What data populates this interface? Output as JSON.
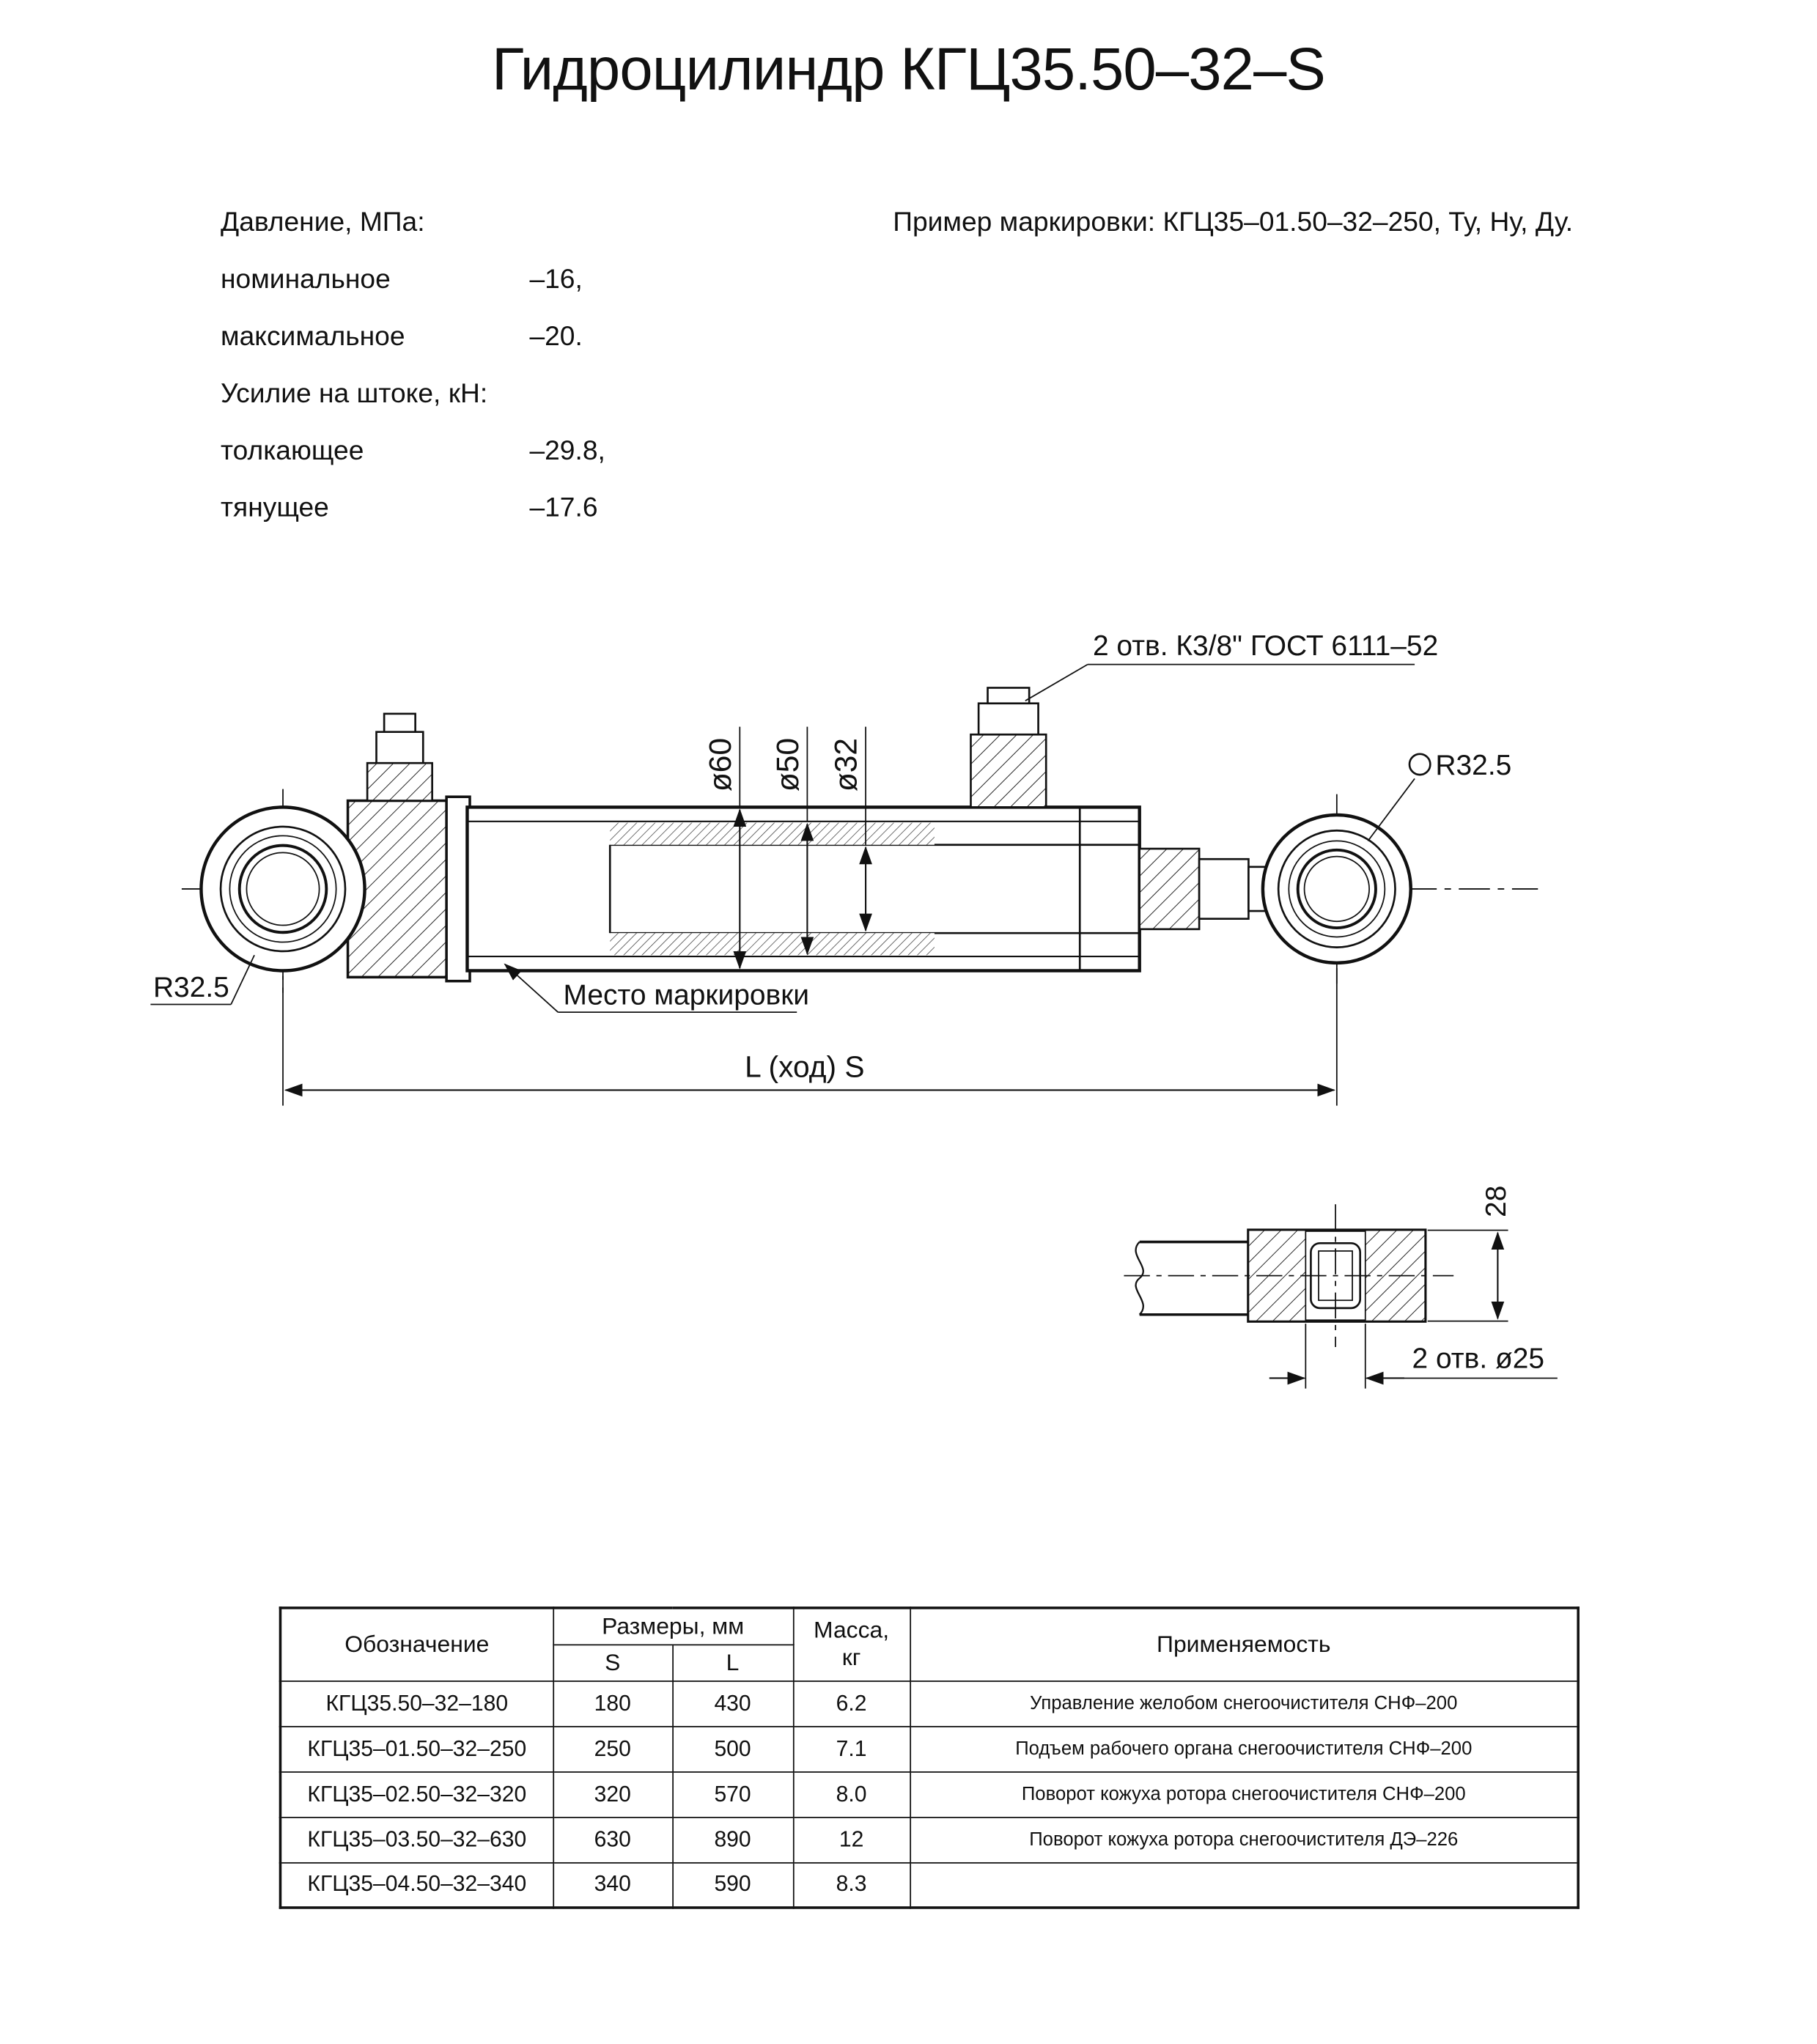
{
  "title": "Гидроцилиндр КГЦ35.50–32–S",
  "specs": {
    "pressure_header": "Давление, МПа:",
    "nominal_label": "номинальное",
    "nominal_value": "–16,",
    "max_label": "максимальное",
    "max_value": "–20.",
    "force_header": "Усилие на штоке, кН:",
    "push_label": "толкающее",
    "push_value": "–29.8,",
    "pull_label": "тянущее",
    "pull_value": "–17.6"
  },
  "marking_example": "Пример маркировки: КГЦ35–01.50–32–250, Ту, Ну, Ду.",
  "drawing": {
    "labels": {
      "ports": "2 отв. К3/8\" ГОСТ 6111–52",
      "dia60": "ø60",
      "dia50": "ø50",
      "dia32": "ø32",
      "radius_left": "R32.5",
      "radius_right": "R32.5",
      "marking_place": "Место маркировки",
      "stroke_length": "L (ход) S",
      "eye_width": "28",
      "eye_holes": "2 отв. ø25"
    }
  },
  "table": {
    "headers": {
      "designation": "Обозначение",
      "dimensions": "Размеры, мм",
      "s": "S",
      "l": "L",
      "mass_line1": "Масса,",
      "mass_line2": "кг",
      "application": "Применяемость"
    },
    "rows": [
      {
        "designation": "КГЦ35.50–32–180",
        "s": "180",
        "l": "430",
        "mass": "6.2",
        "application": "Управление желобом снегоочистителя СНФ–200"
      },
      {
        "designation": "КГЦ35–01.50–32–250",
        "s": "250",
        "l": "500",
        "mass": "7.1",
        "application": "Подъем рабочего органа снегоочистителя СНФ–200"
      },
      {
        "designation": "КГЦ35–02.50–32–320",
        "s": "320",
        "l": "570",
        "mass": "8.0",
        "application": "Поворот кожуха ротора снегоочистителя СНФ–200"
      },
      {
        "designation": "КГЦ35–03.50–32–630",
        "s": "630",
        "l": "890",
        "mass": "12",
        "application": "Поворот кожуха ротора снегоочистителя ДЭ–226"
      },
      {
        "designation": "КГЦ35–04.50–32–340",
        "s": "340",
        "l": "590",
        "mass": "8.3",
        "application": ""
      }
    ]
  }
}
